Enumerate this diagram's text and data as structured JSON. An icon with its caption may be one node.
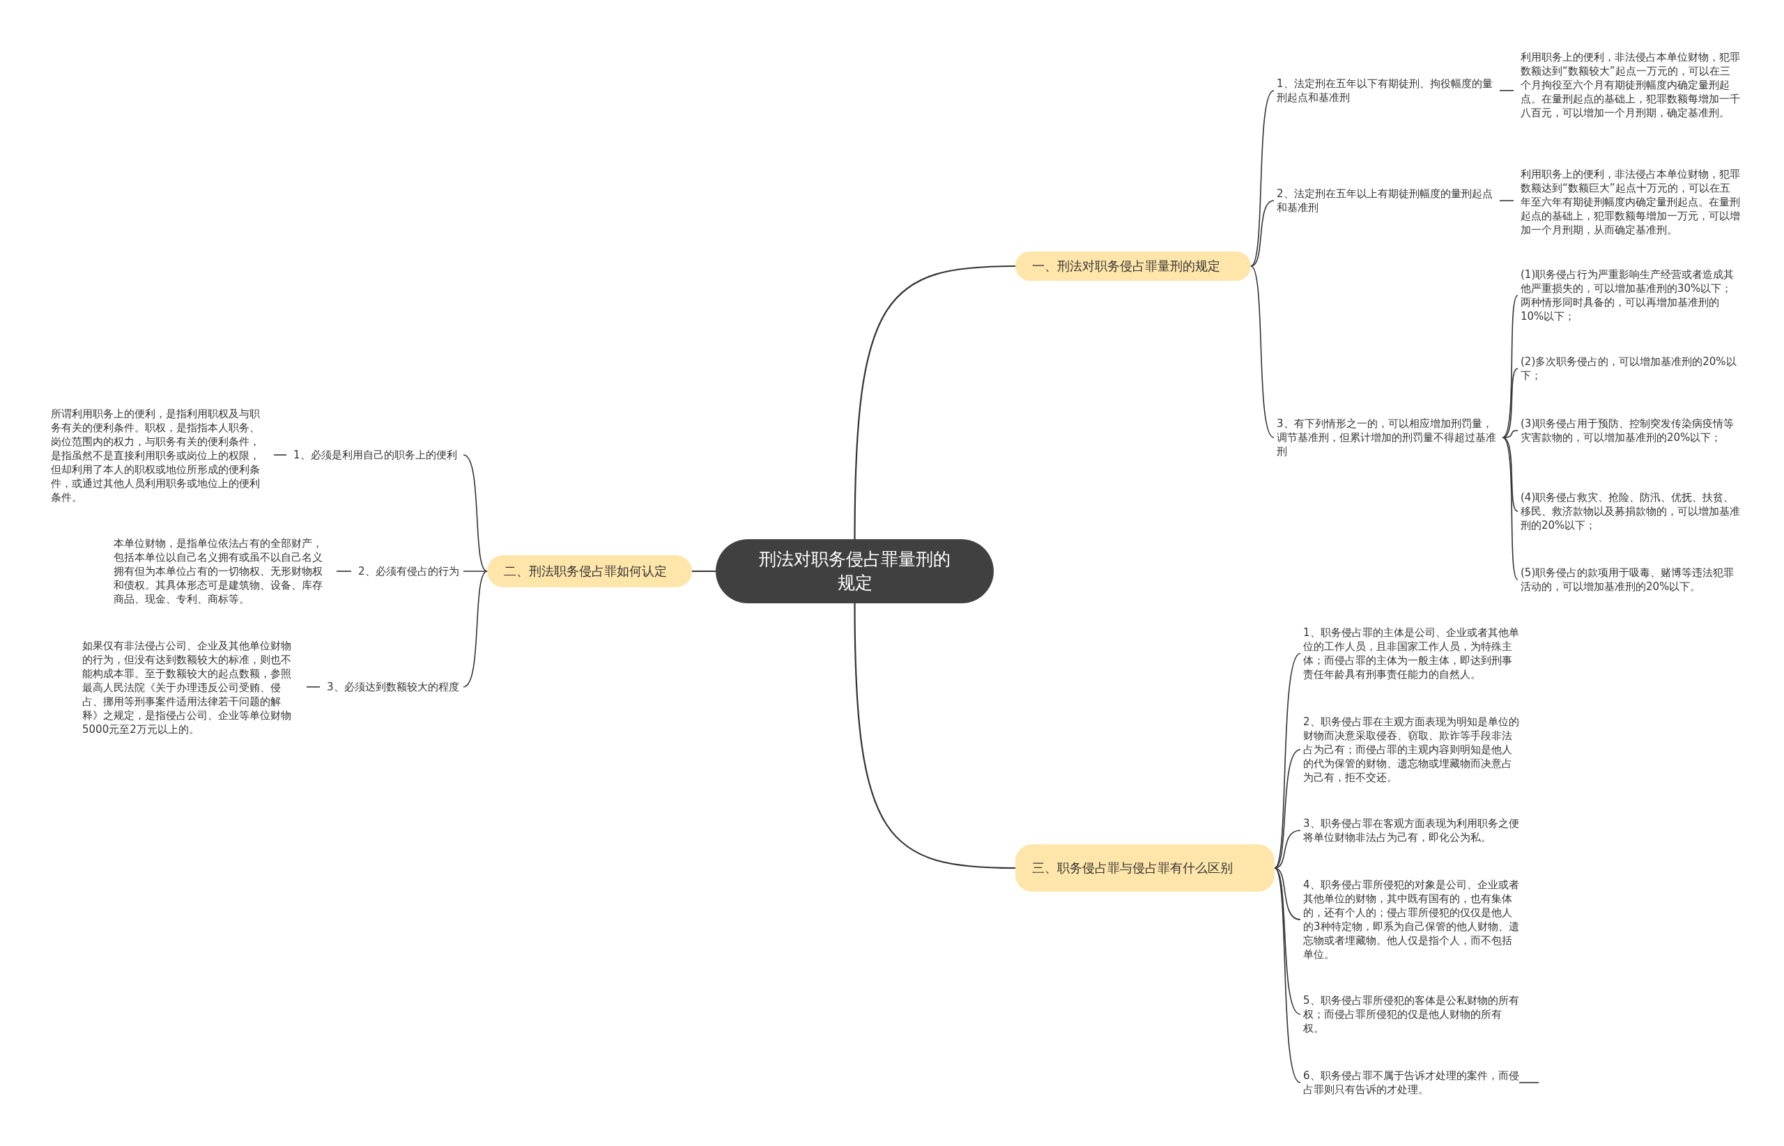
{
  "diagram": {
    "nodes": [
      {
        "text": [
          "刑法对职务侵占罪量刑的规定"
        ]
      },
      {
        "text": [
          "一、刑法对职务侵占罪量刑的规定"
        ]
      },
      {
        "text": [
          "1、法定刑在五年以下有期徒刑、拘役幅度的量刑起点和基准刑"
        ]
      },
      {
        "text": [
          "利用职务上的便利，非法侵占本单位财物，犯罪数额达到“数额较大”起点一万元的，可以在三个月拘役至六个月有期徒刑幅度内确定量刑起点。在量刑起点的基础上，犯罪数额每增加一千八百元，可以增加一个月刑期，确定基准刑。"
        ]
      },
      {
        "text": [
          "2、法定刑在五年以上有期徒刑幅度的量刑起点和基准刑"
        ]
      },
      {
        "text": [
          "利用职务上的便利，非法侵占本单位财物，犯罪数额达到“数额巨大”起点十万元的，可以在五年至六年有期徒刑幅度内确定量刑起点。在量刑起点的基础上，犯罪数额每增加一万元，可以增加一个月刑期，从而确定基准刑。"
        ]
      },
      {
        "text": [
          "3、有下列情形之一的，可以相应增加刑罚量，调节基准刑，但累计增加的刑罚量不得超过基准刑"
        ]
      },
      {
        "text": [
          "(1)职务侵占行为严重影响生产经营或者造成其他严重损失的，可以增加基准刑的30%以下；两种情形同时具备的，可以再增加基准刑的10%以下；"
        ]
      },
      {
        "text": [
          "(2)多次职务侵占的，可以增加基准刑的20%以下；"
        ]
      },
      {
        "text": [
          "(3)职务侵占用于预防、控制突发传染病疫情等灾害款物的，可以增加基准刑的20%以下；"
        ]
      },
      {
        "text": [
          "(4)职务侵占救灾、抢险、防汛、优抚、扶贫、移民、救济款物以及募捐款物的，可以增加基准刑的20%以下；"
        ]
      },
      {
        "text": [
          "(5)职务侵占的款项用于吸毒、赌博等违法犯罪活动的，可以增加基准刑的20%以下。"
        ]
      },
      {
        "text": [
          "二、刑法职务侵占罪如何认定"
        ]
      },
      {
        "text": [
          "1、必须是利用自己的职务上的便利"
        ]
      },
      {
        "text": [
          "所谓利用职务上的便利，是指利用职权及与职务有关的便利条件。职权，是指指本人职务、岗位范围内的权力，与职务有关的便利条件，是指虽然不是直接利用职务或岗位上的权限，但却利用了本人的职权或地位所形成的便利条件，或通过其他人员利用职务或地位上的便利条件。"
        ]
      },
      {
        "text": [
          "2、必须有侵占的行为"
        ]
      },
      {
        "text": [
          "本单位财物，是指单位依法占有的全部财产，包括本单位以自己名义拥有或虽不以自己名义拥有但为本单位占有的一切物权、无形财物权和债权。其具体形态可是建筑物、设备、库存商品、现金、专利、商标等。"
        ]
      },
      {
        "text": [
          "3、必须达到数额较大的程度"
        ]
      },
      {
        "text": [
          "如果仅有非法侵占公司、企业及其他单位财物的行为，但没有达到数额较大的标准，则也不能构成本罪。至于数额较大的起点数额，参照最高人民法院《关于办理违反公司受贿、侵占、挪用等刑事案件适用法律若干问题的解释》之规定，是指侵占公司、企业等单位财物5000元至2万元以上的。"
        ]
      },
      {
        "text": [
          "三、职务侵占罪与侵占罪有什么区别"
        ]
      },
      {
        "text": [
          "1、职务侵占罪的主体是公司、企业或者其他单位的工作人员，且非国家工作人员，为特殊主体；而侵占罪的主体为一般主体，即达到刑事责任年龄具有刑事责任能力的自然人。"
        ]
      },
      {
        "text": [
          "2、职务侵占罪在主观方面表现为明知是单位的财物而决意采取侵吞、窃取、欺诈等手段非法占为己有；而侵占罪的主观内容则明知是他人的代为保管的财物、遗忘物或埋藏物而决意占为己有，拒不交还。"
        ]
      },
      {
        "text": [
          "3、职务侵占罪在客观方面表现为利用职务之便将单位财物非法占为己有，即化公为私。"
        ]
      },
      {
        "text": [
          "4、职务侵占罪所侵犯的对象是公司、企业或者其他单位的财物，其中既有国有的，也有集体的，还有个人的；侵占罪所侵犯的仅仅是他人的3种特定物，即系为自己保管的他人财物、遗忘物或者埋藏物。他人仅是指个人，而不包括单位。"
        ]
      },
      {
        "text": [
          "5、职务侵占罪所侵犯的客体是公私财物的所有权；而侵占罪所侵犯的仅是他人财物的所有权。"
        ]
      },
      {
        "text": [
          "6、职务侵占罪不属于告诉才处理的案件，而侵占罪则只有告诉的才处理。"
        ]
      }
    ],
    "edges": [
      {
        "from": 0,
        "to": 1,
        "arrow": "none"
      },
      {
        "from": 1,
        "to": 2,
        "arrow": "none"
      },
      {
        "from": 2,
        "to": 3,
        "arrow": "none"
      },
      {
        "from": 1,
        "to": 4,
        "arrow": "none"
      },
      {
        "from": 4,
        "to": 5,
        "arrow": "none"
      },
      {
        "from": 1,
        "to": 6,
        "arrow": "none"
      },
      {
        "from": 6,
        "to": 7,
        "arrow": "none"
      },
      {
        "from": 6,
        "to": 8,
        "arrow": "none"
      },
      {
        "from": 6,
        "to": 9,
        "arrow": "none"
      },
      {
        "from": 6,
        "to": 10,
        "arrow": "none"
      },
      {
        "from": 6,
        "to": 11,
        "arrow": "none"
      },
      {
        "from": 0,
        "to": 12,
        "arrow": "none"
      },
      {
        "from": 12,
        "to": 13,
        "arrow": "none"
      },
      {
        "from": 13,
        "to": 14,
        "arrow": "none"
      },
      {
        "from": 12,
        "to": 15,
        "arrow": "none"
      },
      {
        "from": 15,
        "to": 16,
        "arrow": "none"
      },
      {
        "from": 12,
        "to": 17,
        "arrow": "none"
      },
      {
        "from": 17,
        "to": 18,
        "arrow": "none"
      },
      {
        "from": 0,
        "to": 19,
        "arrow": "none"
      },
      {
        "from": 19,
        "to": 20,
        "arrow": "none"
      },
      {
        "from": 19,
        "to": 21,
        "arrow": "none"
      },
      {
        "from": 19,
        "to": 22,
        "arrow": "none"
      },
      {
        "from": 19,
        "to": 23,
        "arrow": "none"
      },
      {
        "from": 19,
        "to": 24,
        "arrow": "none"
      },
      {
        "from": 19,
        "to": 25,
        "arrow": "none"
      },
      {
        "from": 25,
        "to": null,
        "arrow": "none"
      }
    ]
  }
}
